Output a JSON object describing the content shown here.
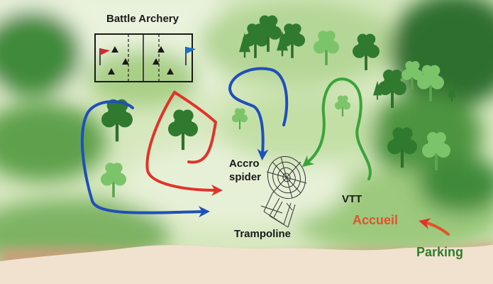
{
  "map": {
    "colors": {
      "label_dark": "#1a1a1a",
      "accueil": "#e2532a",
      "parking": "#2d7d2a",
      "route_blue": "#1f4fb8",
      "route_red": "#e0342a",
      "route_green": "#3aa33a",
      "tree_dark": "#2f7a2f",
      "tree_light": "#7cc46a",
      "flag_red": "#d9252b",
      "flag_blue": "#1e6fc2"
    },
    "labels": {
      "battle_archery": "Battle Archery",
      "accro": "Accro",
      "spider": "spider",
      "trampoline": "Trampoline",
      "vtt": "VTT",
      "accueil": "Accueil",
      "parking": "Parking"
    },
    "icons": [
      "tree-icon",
      "flag-icon",
      "arrow-icon",
      "spider-web-icon"
    ]
  }
}
